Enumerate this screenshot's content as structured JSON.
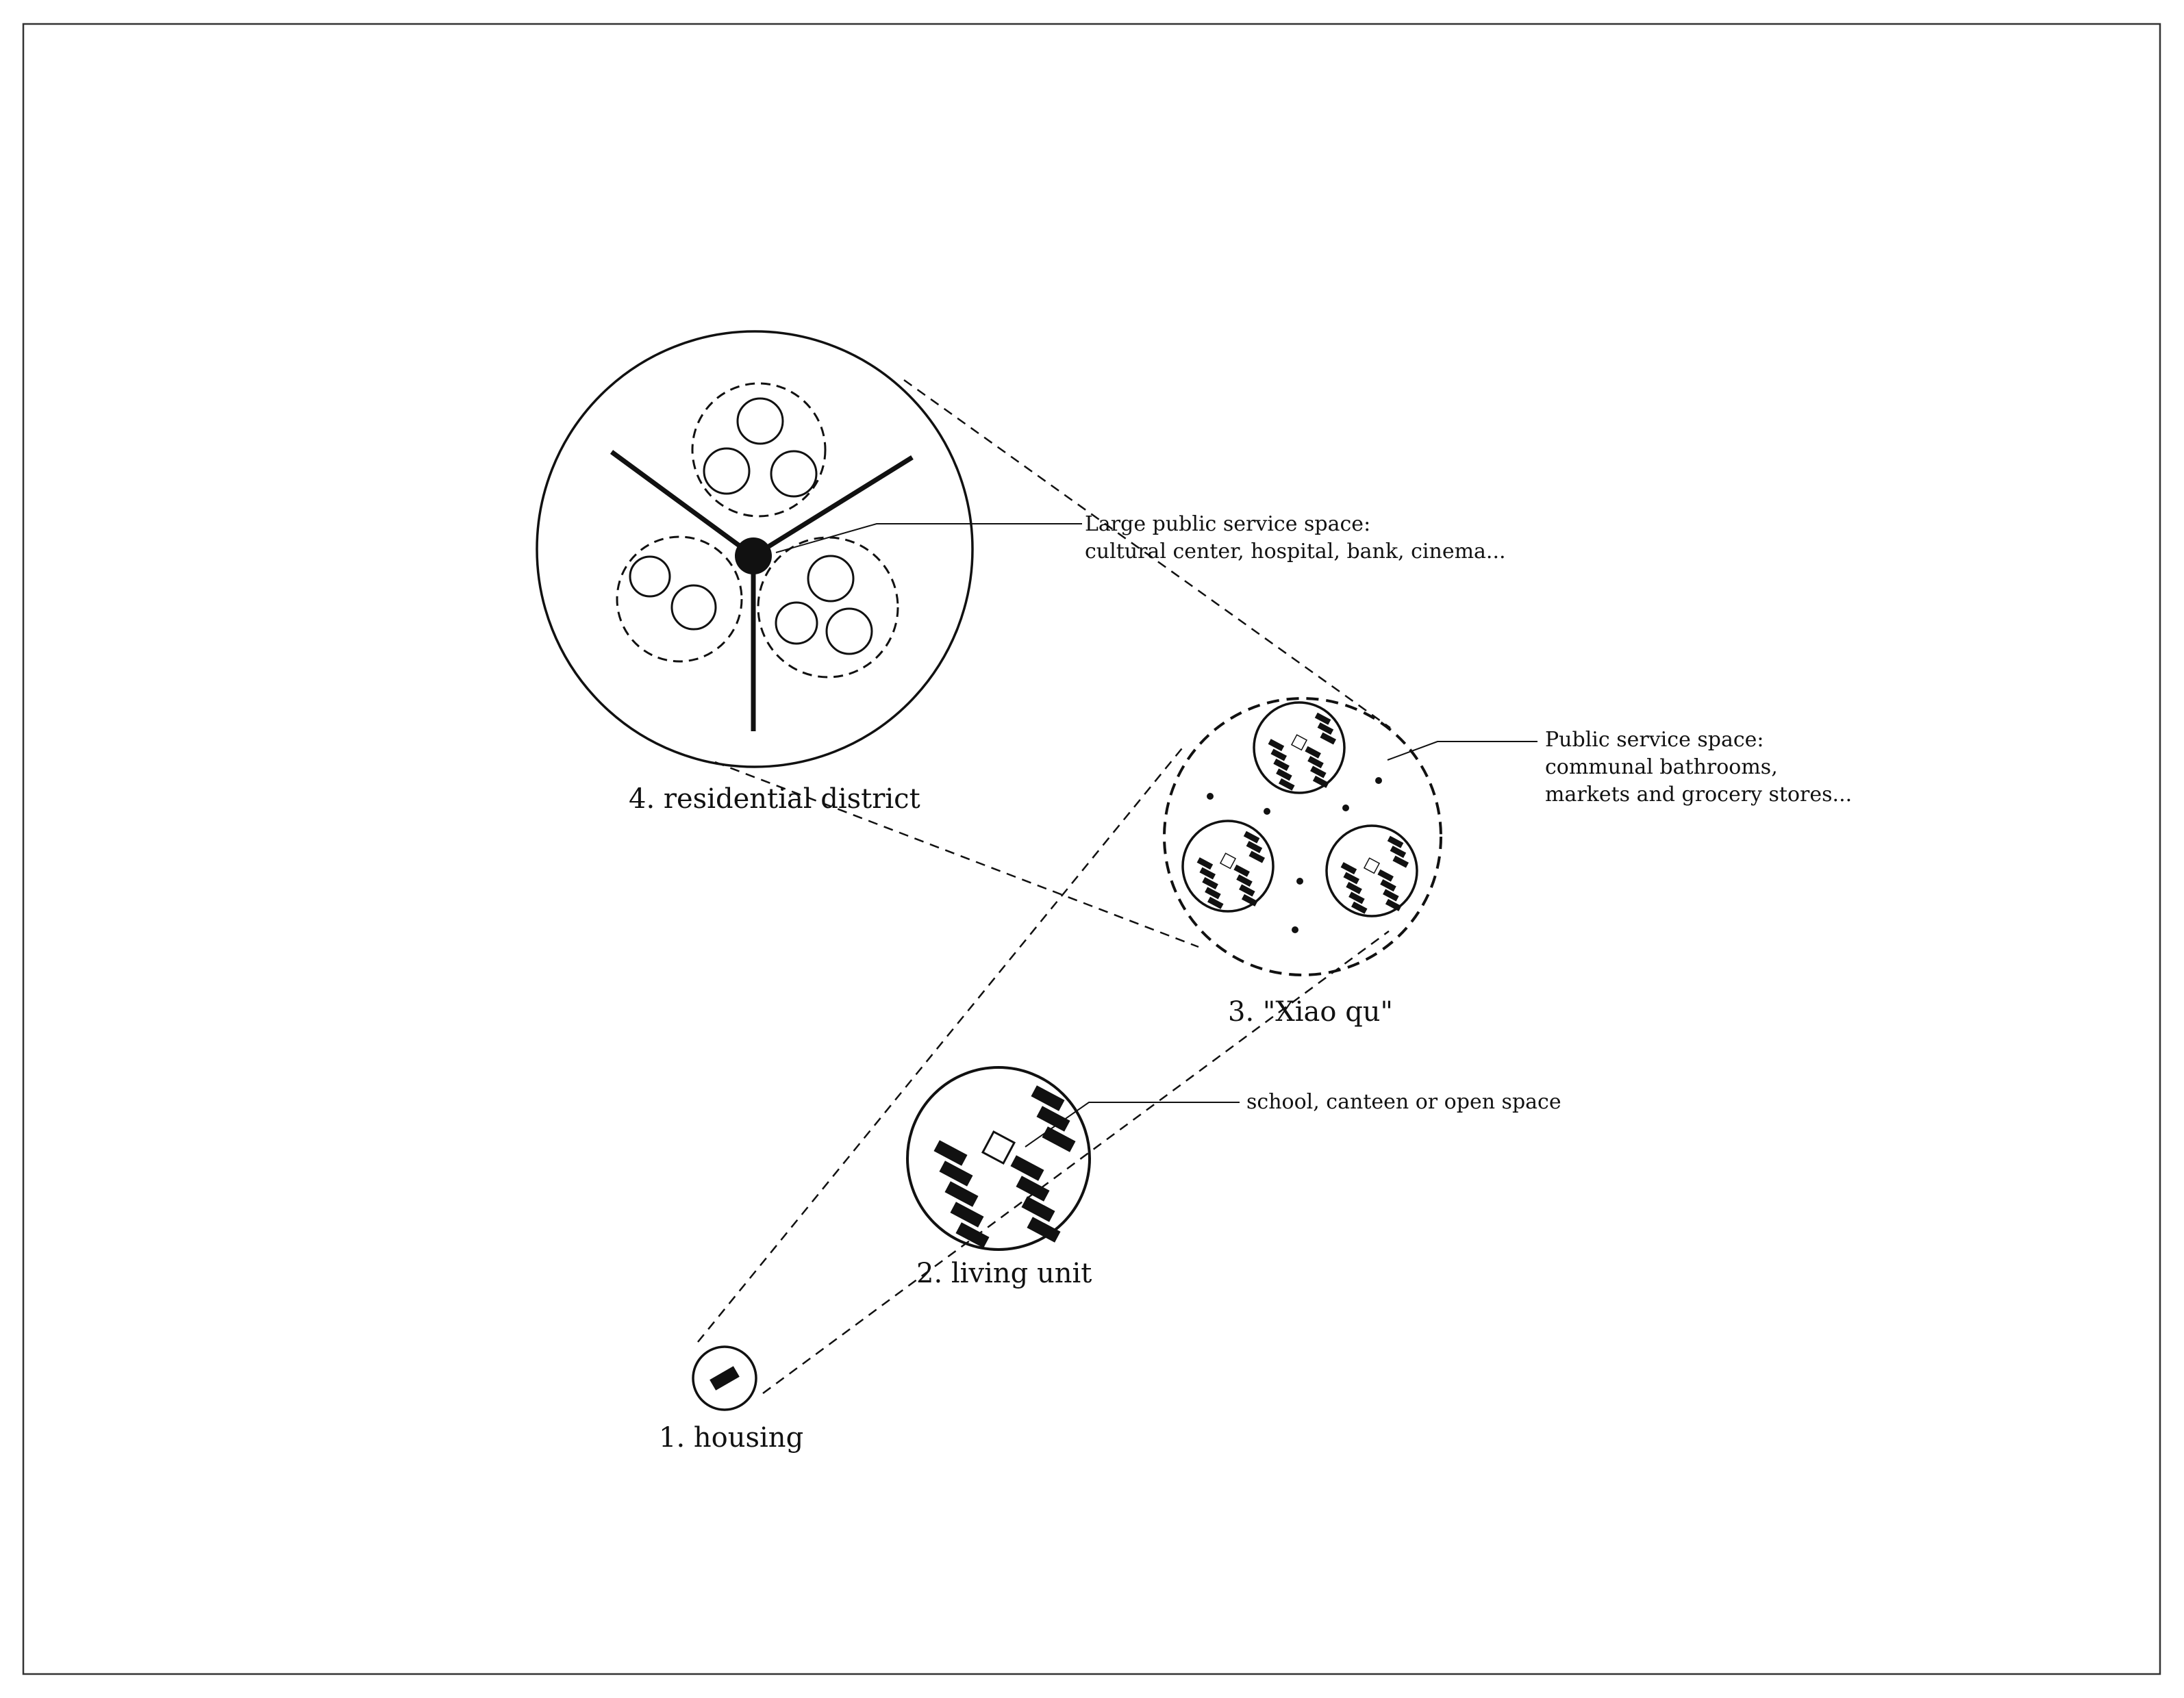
{
  "levels": {
    "housing": "1. housing",
    "living_unit": "2. living unit",
    "xiao_qu": "3. \"Xiao qu\"",
    "residential_district": "4. residential district"
  },
  "annotations": {
    "living_unit": [
      "school, canteen or open space"
    ],
    "xiao_qu": [
      "Public service space:",
      "communal bathrooms,",
      "markets and grocery stores..."
    ],
    "district": [
      "Large public service space:",
      "cultural center, hospital, bank, cinema..."
    ]
  },
  "colors": {
    "ink": "#111111",
    "frame": "#333333",
    "background": "#ffffff"
  }
}
